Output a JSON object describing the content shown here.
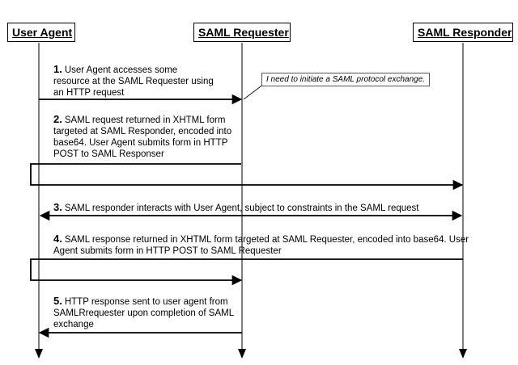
{
  "actors": {
    "user_agent": "User Agent",
    "saml_requester": "SAML Requester",
    "saml_responder": "SAML Responder"
  },
  "messages": [
    {
      "number": "1.",
      "lines": [
        "User Agent accesses some",
        "resource at the SAML Requester using",
        "an HTTP request"
      ]
    },
    {
      "number": "2.",
      "lines": [
        "SAML request returned in XHTML form",
        "targeted at SAML Responder, encoded into",
        "base64. User Agent submits form in HTTP",
        "POST to SAML Responser"
      ]
    },
    {
      "number": "3.",
      "lines": [
        "SAML responder interacts with User Agent, subject to constraints in the SAML request"
      ]
    },
    {
      "number": "4.",
      "lines": [
        "SAML response returned in XHTML form targeted at SAML Requester, encoded into base64. User",
        "Agent submits form in HTTP POST to SAML Requester"
      ]
    },
    {
      "number": "5.",
      "lines": [
        "HTTP response sent to user agent from",
        "SAMLRrequester upon completion of SAML",
        "exchange"
      ]
    }
  ],
  "note": "I need to initiate a SAML protocol exchange."
}
